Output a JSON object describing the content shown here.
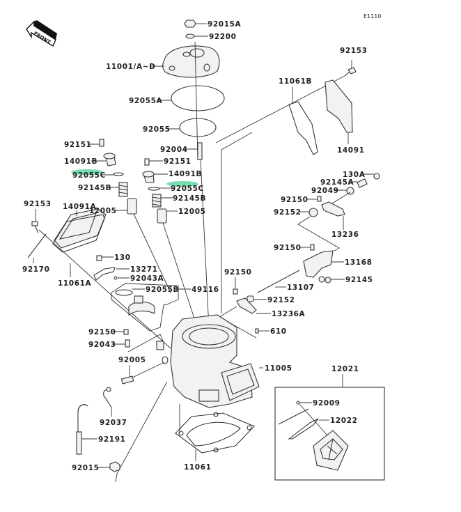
{
  "diagram": {
    "code": "E1110",
    "front_label": "FRONT",
    "highlight_color": "#5fd6a0",
    "labels": {
      "nut_92015a": "92015A",
      "washer_92200": "92200",
      "head_11001": "11001/A~D",
      "oring_92055a": "92055A",
      "oring_92055": "92055",
      "stud_92004": "92004",
      "bolt_92153_top": "92153",
      "gasket_11061b": "11061B",
      "cover_14091": "14091",
      "bolt_92151_left": "92151",
      "cap_14091b_left": "14091B",
      "oring_92055c_left": "92055C",
      "spring_92145b_left": "92145B",
      "valve_12005_left": "12005",
      "bolt_92151_right": "92151",
      "cap_14091b_right": "14091B",
      "oring_92055c_right": "92055C",
      "spring_92145b_right": "92145B",
      "valve_12005_right": "12005",
      "bolt_92153_left": "92153",
      "cover_14091a": "14091A",
      "bolt_92170": "92170",
      "gasket_11061a": "11061A",
      "bolt_130": "130",
      "lever_13271": "13271",
      "pin_92043a": "92043A",
      "oring_92055b": "92055B",
      "holder_49116": "49116",
      "bolt_130a": "130A",
      "spring_92145a": "92145A",
      "bearing_92049": "92049",
      "screw_92150_r1": "92150",
      "collar_92152_r1": "92152",
      "lever_13236": "13236",
      "screw_92150_r2": "92150",
      "valve_13168": "13168",
      "shaft_13107": "13107",
      "spring_92145": "92145",
      "screw_92150_mid": "92150",
      "collar_92152_mid": "92152",
      "lever_13236a": "13236A",
      "pin_610": "610",
      "cylinder_11005": "11005",
      "screw_92150_left": "92150",
      "pin_92043": "92043",
      "plug_92005": "92005",
      "clamp_92037": "92037",
      "hose_92191": "92191",
      "nut_92015": "92015",
      "gasket_11061": "11061",
      "reed_12021": "12021",
      "screw_92009": "92009",
      "reed_12022": "12022"
    }
  }
}
